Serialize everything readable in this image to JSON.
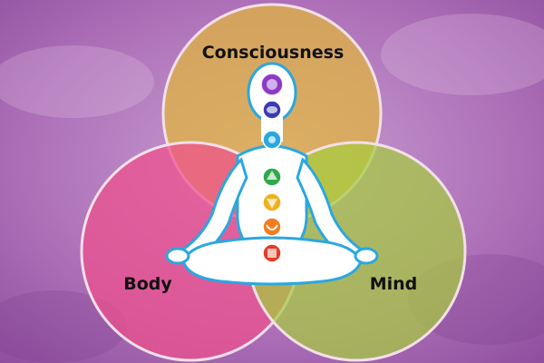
{
  "diagram": {
    "circles": [
      {
        "label": "Consciousness",
        "color": "#e2b63a"
      },
      {
        "label": "Body",
        "color": "#ef4f8c"
      },
      {
        "label": "Mind",
        "color": "#a6cc3e"
      }
    ],
    "background": {
      "base": "#a866b3",
      "light": "#c79acf",
      "dark": "#8d4c9b"
    },
    "figure": {
      "fill": "#ffffff",
      "outline": "#2aa7df",
      "name": "meditating-figure"
    },
    "chakras": [
      {
        "name": "crown-chakra-icon",
        "color": "#8e3ac8"
      },
      {
        "name": "third-eye-chakra-icon",
        "color": "#3c3bb3"
      },
      {
        "name": "throat-chakra-icon",
        "color": "#2aa7df"
      },
      {
        "name": "heart-chakra-icon",
        "color": "#2ea84a"
      },
      {
        "name": "solar-plexus-chakra-icon",
        "color": "#f2b01e"
      },
      {
        "name": "sacral-chakra-icon",
        "color": "#f47c20"
      },
      {
        "name": "root-chakra-icon",
        "color": "#e53a24"
      }
    ]
  }
}
